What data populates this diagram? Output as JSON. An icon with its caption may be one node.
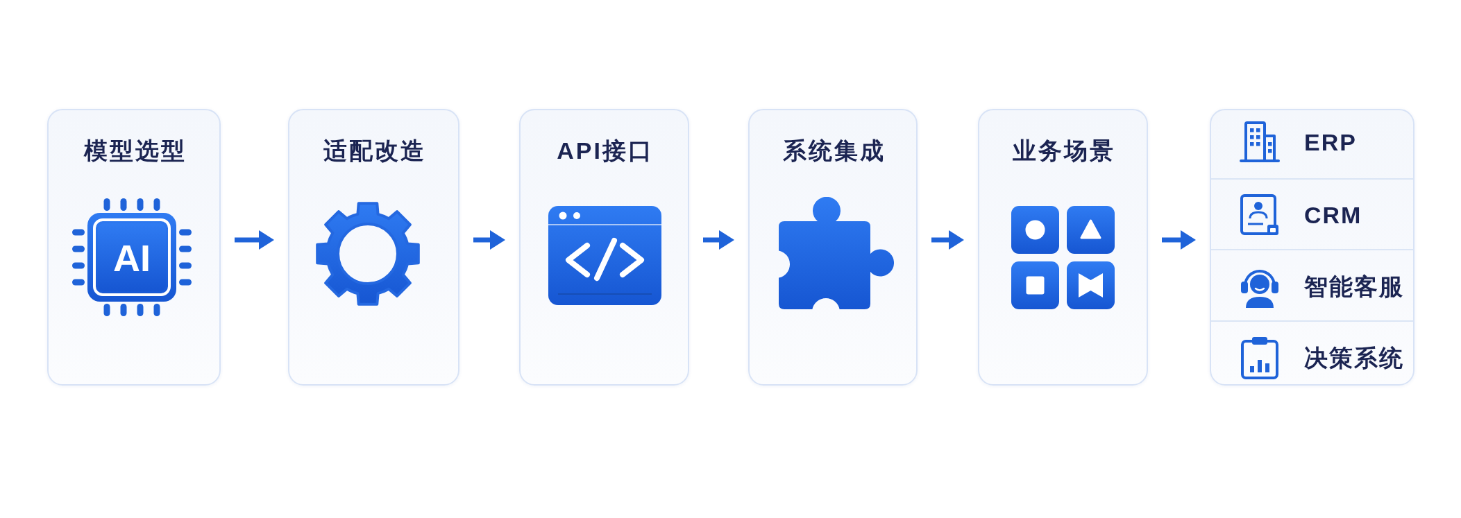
{
  "diagram": {
    "nodes": [
      {
        "text": [
          "模型选型"
        ]
      },
      {
        "text": [
          "适配改造"
        ]
      },
      {
        "text": [
          "API接口"
        ]
      },
      {
        "text": [
          "系统集成"
        ]
      },
      {
        "text": [
          "业务场景"
        ]
      },
      {
        "text": [],
        "shape": "box"
      },
      {
        "text": [
          "ERP"
        ],
        "in": 5
      },
      {
        "text": [
          "CRM"
        ],
        "in": 5
      },
      {
        "text": [
          "智能客服"
        ],
        "in": 5
      },
      {
        "text": [
          "决策系统"
        ],
        "in": 5
      }
    ],
    "edges": [
      {
        "from": 0,
        "to": 1,
        "arrow": "to"
      },
      {
        "from": 1,
        "to": 2,
        "arrow": "to"
      },
      {
        "from": 2,
        "to": 3,
        "arrow": "to"
      },
      {
        "from": 3,
        "to": 4,
        "arrow": "to"
      },
      {
        "from": 4,
        "to": 5,
        "arrow": "to"
      }
    ],
    "labels": [
      "AI"
    ]
  }
}
